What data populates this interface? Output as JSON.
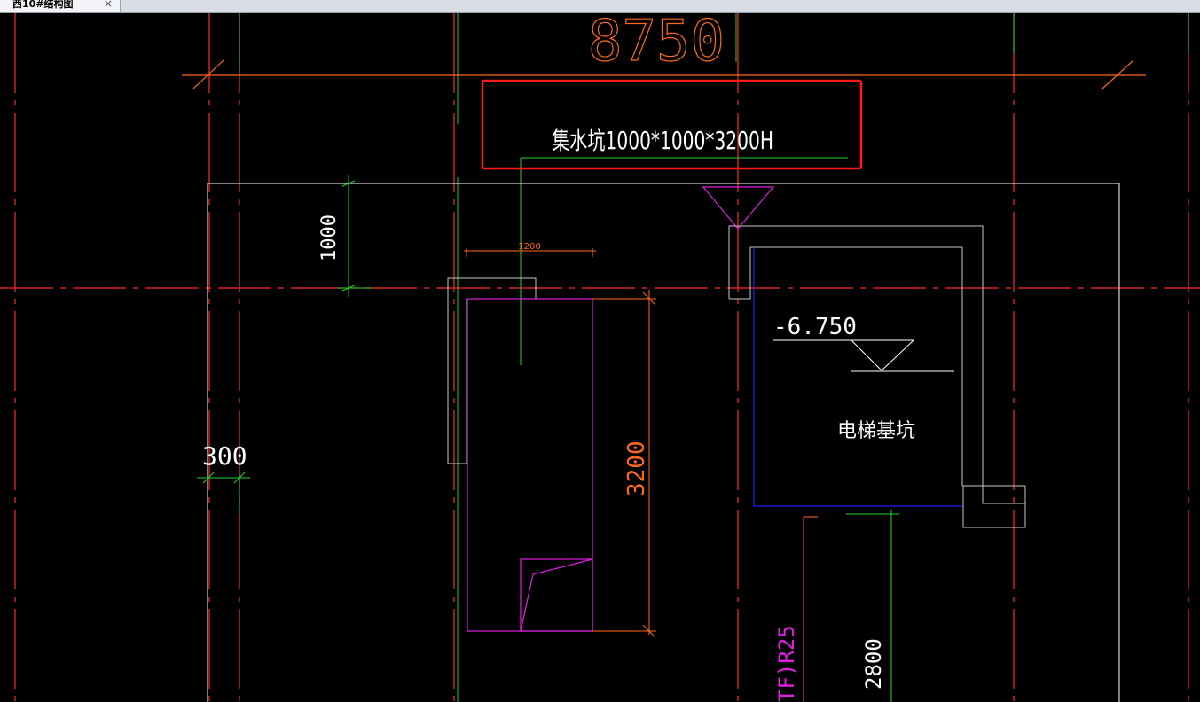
{
  "window": {
    "tab_label": "西10#结构图",
    "close_glyph": "×"
  },
  "drawing": {
    "top_dimension": "8750",
    "sump_label": "集水坑1000*1000*3200H",
    "dim_1000": "1000",
    "dim_1200": "1200",
    "dim_300": "300",
    "dim_3200": "3200",
    "elevation": "-6.750",
    "elevator_pit_label": "电梯基坑",
    "dim_2800": "2800",
    "rebar_label": "TF)R25"
  },
  "colors": {
    "background": "#000000",
    "axis_red": "#ff2a2a",
    "grid_green": "#27d427",
    "dim_orange": "#ff6a1a",
    "white_line": "#ffffff",
    "gray_line": "#c8c8c8",
    "magenta": "#e020e0",
    "blue": "#2020ff",
    "highlight_red": "#ff1a1a"
  },
  "icons": {
    "close": "close-icon",
    "elevation_marker": "elevation-triangle-icon",
    "section_marker": "section-triangle-icon"
  }
}
